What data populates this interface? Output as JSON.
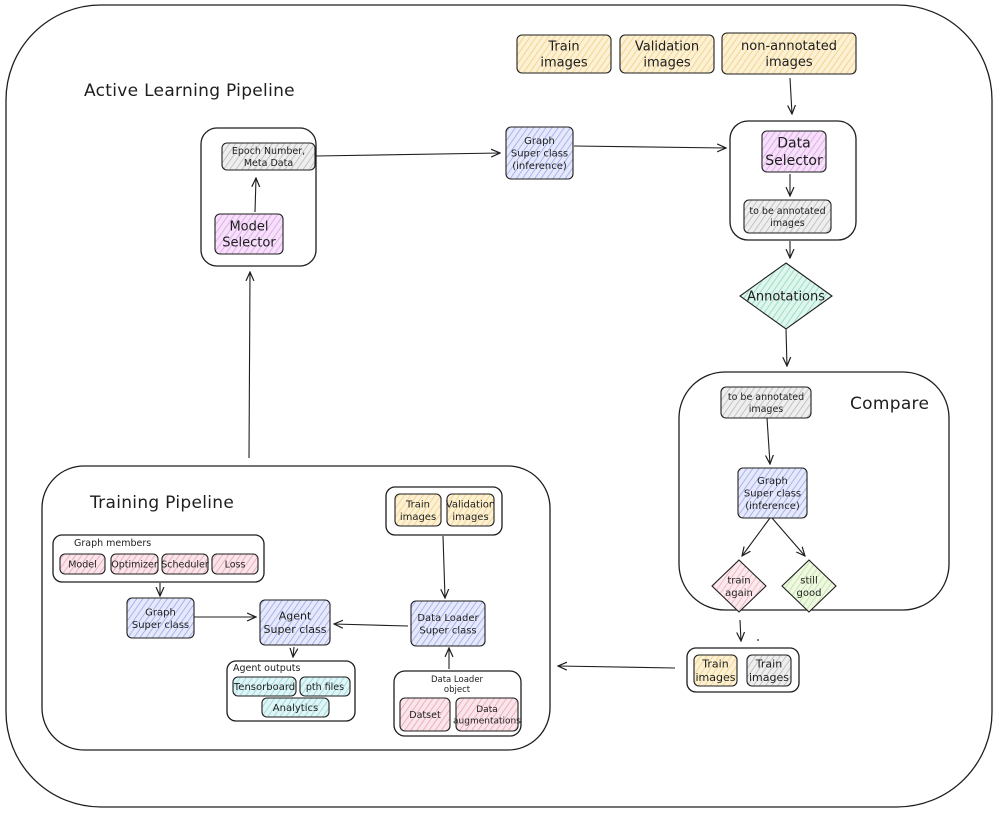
{
  "titles": {
    "active_learning": "Active Learning Pipeline",
    "training": "Training Pipeline",
    "compare": "Compare"
  },
  "colors": {
    "yellow": "#fbe7b5",
    "purple": "#eec6f5",
    "blue": "#d2d7f5",
    "gray": "#e0e0e0",
    "green": "#c5efdf",
    "pink": "#f7d9e0",
    "lightgreen": "#e3f3cc",
    "cyan": "#c9ecee",
    "rose": "#f6d2da"
  },
  "nodes": {
    "train_images_top": [
      "Train",
      "images"
    ],
    "validation_images_top": [
      "Validation",
      "images"
    ],
    "non_annotated_images": [
      "non-annotated",
      "images"
    ],
    "data_selector": [
      "Data",
      "Selector"
    ],
    "to_be_annotated_1": [
      "to be annotated",
      "images"
    ],
    "graph_super_inference_top": [
      "Graph",
      "Super class",
      "(inference)"
    ],
    "epoch_meta": [
      "Epoch Number,",
      "Meta Data"
    ],
    "model_selector": [
      "Model",
      "Selector"
    ],
    "annotations": [
      "Annotations"
    ],
    "to_be_annotated_2": [
      "to be annotated",
      "images"
    ],
    "graph_super_inference_compare": [
      "Graph",
      "Super class",
      "(inference)"
    ],
    "train_again": [
      "train",
      "again"
    ],
    "still_good": [
      "still",
      "good"
    ],
    "train_images_out_1": [
      "Train",
      "images"
    ],
    "train_images_out_2": [
      "Train",
      "images"
    ],
    "graph_members_label": [
      "Graph members"
    ],
    "model": [
      "Model"
    ],
    "optimizer": [
      "Optimizer"
    ],
    "scheduler": [
      "Scheduler"
    ],
    "loss": [
      "Loss"
    ],
    "graph_super_class": [
      "Graph",
      "Super class"
    ],
    "agent_super_class": [
      "Agent",
      "Super class"
    ],
    "data_loader_super_class": [
      "Data Loader",
      "Super class"
    ],
    "train_images_tp": [
      "Train",
      "images"
    ],
    "validation_images_tp": [
      "Validation",
      "images"
    ],
    "agent_outputs_label": [
      "Agent outputs"
    ],
    "tensorboard": [
      "Tensorboard"
    ],
    "pth_files": [
      "pth files"
    ],
    "analytics": [
      "Analytics"
    ],
    "data_loader_object_label": [
      "Data Loader",
      "object"
    ],
    "dataset": [
      "Datset"
    ],
    "data_augmentations": [
      "Data",
      "augmentations"
    ]
  }
}
